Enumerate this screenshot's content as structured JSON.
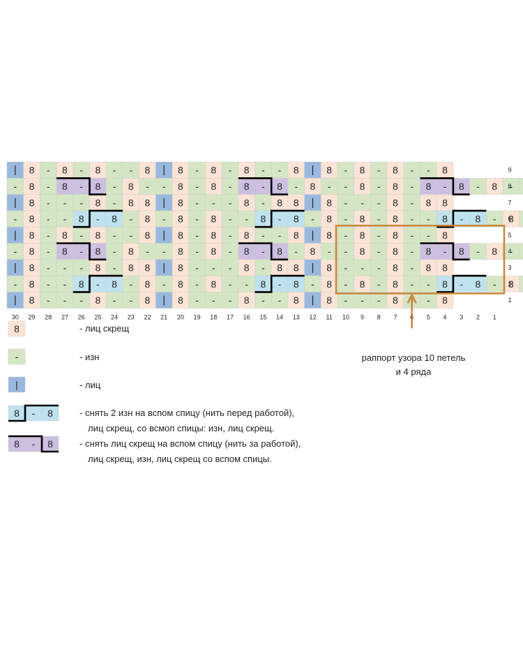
{
  "chart": {
    "num_cols": 30,
    "num_rows": 9,
    "col_numbers": [
      "30",
      "29",
      "28",
      "27",
      "26",
      "25",
      "24",
      "23",
      "22",
      "21",
      "20",
      "19",
      "18",
      "17",
      "16",
      "15",
      "14",
      "13",
      "12",
      "11",
      "10",
      "9",
      "8",
      "7",
      "6",
      "5",
      "4",
      "3",
      "2",
      "1"
    ],
    "row_numbers": [
      "9",
      "8",
      "7",
      "6",
      "5",
      "4",
      "3",
      "2",
      "1"
    ],
    "rows": [
      "L8-8-8--8L8-8-8--8L8-8-8--8",
      "-8-P-8--8-8-P-8--8-8-P-8--8",
      "L8---8-88L8---8-88L8---8-88",
      "-8--B-8-8-8--B-8-8-8--B-8-8",
      "L8-8-8--8L8-8-8--8L8-8-8--8",
      "-8-P-8--8-8-P-8--8-8-P-8--8",
      "L8---8-88L8---8-88L8---8-88",
      "-8--B-8-8-8--B-8-8-8--B-8-8",
      "L8---8--8L8---8--8L8---8--8"
    ],
    "symbols": {
      "knit_tbl": "8",
      "purl": "-",
      "knit": "|"
    },
    "colors": {
      "knit_tbl": "#fbe4d6",
      "purl": "#d5e6c5",
      "knit": "#9ab8de",
      "cable_blue": "#bfe2ee",
      "cable_purple": "#cdbfe0",
      "rapport_frame": "#c8873b"
    }
  },
  "legend": [
    {
      "text": "- лиц скрещ"
    },
    {
      "text": "- изн"
    },
    {
      "text": "- лиц"
    },
    {
      "text": "- снять 2 изн на вспом спицу (нить перед работой),",
      "text2": "лиц скрещ, со всмоп спицы: изн, лиц скрещ."
    },
    {
      "text": "- снять лиц скрещ на вспом спицу (нить за работой),",
      "text2": "лиц скрещ, изн, лиц скрещ со вспом спицы."
    }
  ],
  "rapport_label": {
    "line1": "раппорт узора 10 петель",
    "line2": "и 4 ряда"
  }
}
